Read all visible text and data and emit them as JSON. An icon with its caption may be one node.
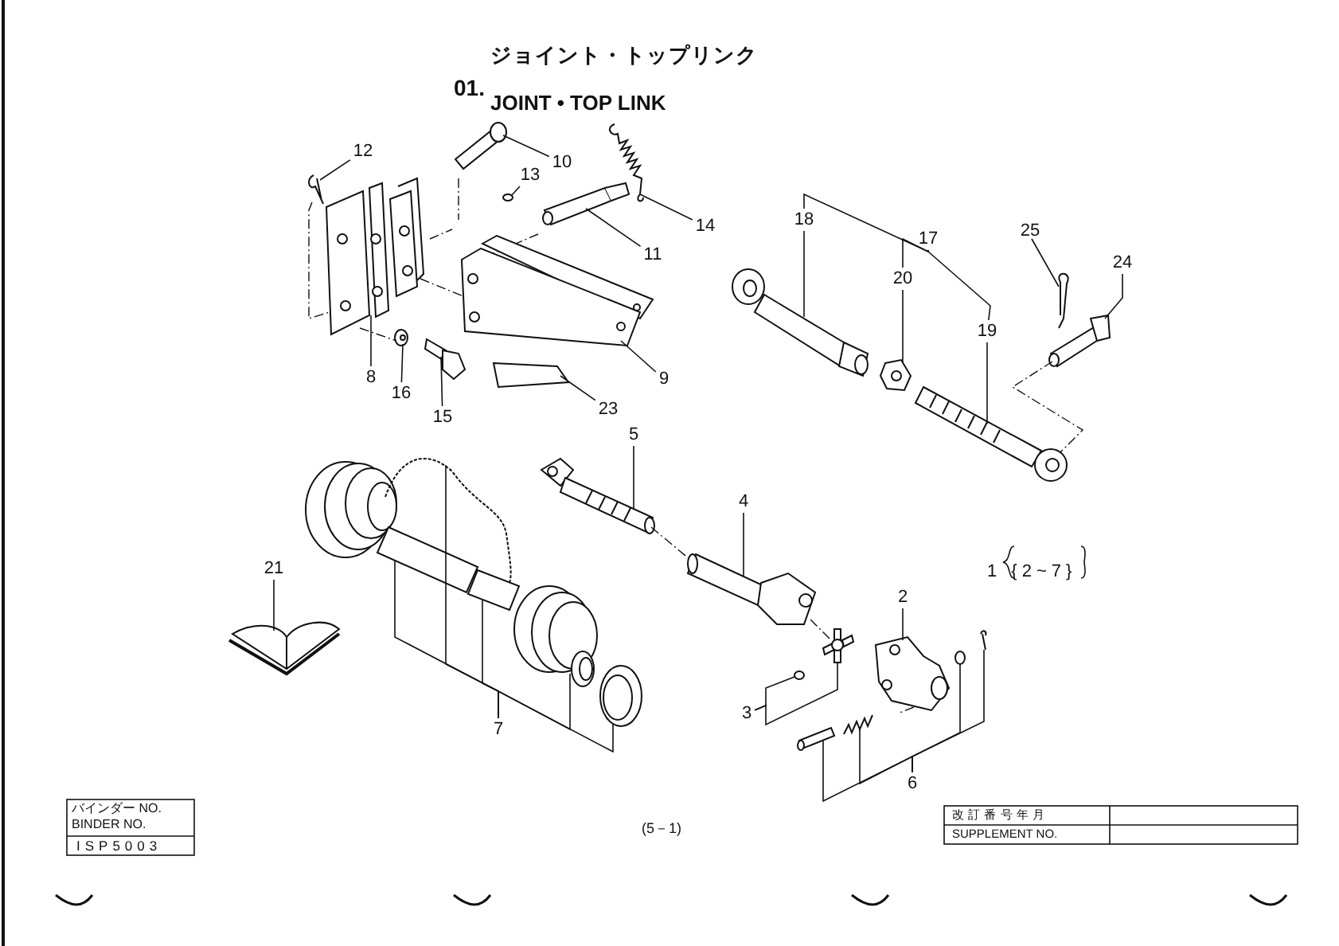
{
  "diagram": {
    "title": "ジョイント・トップリンク",
    "nodes": [
      {
        "text": [
          "12"
        ]
      },
      {
        "text": [
          "10"
        ]
      },
      {
        "text": [
          "13"
        ]
      },
      {
        "text": [
          "14"
        ]
      },
      {
        "text": [
          "11"
        ]
      },
      {
        "text": [
          "8"
        ]
      },
      {
        "text": [
          "16"
        ]
      },
      {
        "text": [
          "15"
        ]
      },
      {
        "text": [
          "9"
        ]
      },
      {
        "text": [
          "23"
        ]
      },
      {
        "text": [
          "17"
        ]
      },
      {
        "text": [
          "18"
        ]
      },
      {
        "text": [
          "20"
        ]
      },
      {
        "text": [
          "19"
        ]
      },
      {
        "text": [
          "25"
        ]
      },
      {
        "text": [
          "24"
        ]
      },
      {
        "text": [
          "5"
        ]
      },
      {
        "text": [
          "4"
        ]
      },
      {
        "text": [
          "21"
        ]
      },
      {
        "text": [
          "2"
        ]
      },
      {
        "text": [
          "3"
        ]
      },
      {
        "text": [
          "7"
        ]
      },
      {
        "text": [
          "6"
        ]
      },
      {
        "text": [],
        "shape": "picture"
      },
      {
        "text": [],
        "shape": "picture"
      },
      {
        "text": [],
        "shape": "circle"
      },
      {
        "text": [],
        "shape": "picture"
      },
      {
        "text": [],
        "shape": "picture"
      },
      {
        "text": [],
        "shape": "picture"
      },
      {
        "text": [],
        "shape": "picture"
      },
      {
        "text": [],
        "shape": "picture"
      },
      {
        "text": [],
        "shape": "picture"
      },
      {
        "text": [],
        "shape": "picture"
      },
      {
        "text": [],
        "shape": "picture"
      },
      {
        "text": [],
        "shape": "picture"
      },
      {
        "text": [],
        "shape": "picture"
      },
      {
        "text": [],
        "shape": "picture"
      },
      {
        "text": [],
        "shape": "picture"
      },
      {
        "text": [],
        "shape": "picture"
      },
      {
        "text": [],
        "shape": "picture"
      },
      {
        "text": [],
        "shape": "picture"
      },
      {
        "text": [],
        "shape": "picture"
      },
      {
        "text": [],
        "shape": "circle"
      },
      {
        "text": [],
        "shape": "picture"
      },
      {
        "text": [],
        "shape": "picture"
      },
      {
        "text": [],
        "shape": "picture"
      },
      {
        "text": [],
        "shape": "picture"
      },
      {
        "text": [],
        "shape": "picture"
      },
      {
        "text": [],
        "shape": "picture"
      },
      {
        "text": [],
        "shape": "picture"
      },
      {
        "text": [],
        "shape": "picture"
      },
      {
        "text": [],
        "shape": "circle"
      },
      {
        "text": [],
        "shape": "picture"
      }
    ],
    "edges": [
      {
        "from": 0,
        "to": 23,
        "arrow": "none"
      },
      {
        "from": 1,
        "to": 24,
        "arrow": "none"
      },
      {
        "from": 2,
        "to": 25,
        "arrow": "none"
      },
      {
        "from": 3,
        "to": 26,
        "arrow": "none"
      },
      {
        "from": 4,
        "to": 27,
        "arrow": "none"
      },
      {
        "from": 5,
        "to": 28,
        "arrow": "none"
      },
      {
        "from": 6,
        "to": 29,
        "arrow": "none"
      },
      {
        "from": 7,
        "to": 30,
        "arrow": "none"
      },
      {
        "from": 8,
        "to": 31,
        "arrow": "none"
      },
      {
        "from": 9,
        "to": 32,
        "arrow": "none"
      },
      {
        "from": 10,
        "to": 11,
        "arrow": "none"
      },
      {
        "from": 10,
        "to": 12,
        "arrow": "none"
      },
      {
        "from": 10,
        "to": 13,
        "arrow": "none"
      },
      {
        "from": 11,
        "to": 33,
        "arrow": "none"
      },
      {
        "from": 12,
        "to": 34,
        "arrow": "none"
      },
      {
        "from": 13,
        "to": 35,
        "arrow": "none"
      },
      {
        "from": 14,
        "to": 36,
        "arrow": "none"
      },
      {
        "from": 15,
        "to": 37,
        "arrow": "none"
      },
      {
        "from": 16,
        "to": 38,
        "arrow": "none"
      },
      {
        "from": 17,
        "to": 39,
        "arrow": "none"
      },
      {
        "from": 18,
        "to": 40,
        "arrow": "none"
      },
      {
        "from": 19,
        "to": 41,
        "arrow": "none"
      },
      {
        "from": 20,
        "to": 42,
        "arrow": "none"
      },
      {
        "from": 20,
        "to": 43,
        "arrow": "none"
      },
      {
        "from": 21,
        "to": 44,
        "arrow": "none"
      },
      {
        "from": 21,
        "to": 45,
        "arrow": "none"
      },
      {
        "from": 21,
        "to": 46,
        "arrow": "none"
      },
      {
        "from": 21,
        "to": 47,
        "arrow": "none"
      },
      {
        "from": 21,
        "to": 48,
        "arrow": "none"
      },
      {
        "from": 22,
        "to": 49,
        "arrow": "none"
      },
      {
        "from": 22,
        "to": 50,
        "arrow": "none"
      },
      {
        "from": 22,
        "to": 51,
        "arrow": "none"
      },
      {
        "from": 22,
        "to": 52,
        "arrow": "none"
      },
      {
        "from": 23,
        "to": 28,
        "arrow": "none",
        "style": "dashed"
      },
      {
        "from": 28,
        "to": 29,
        "arrow": "none",
        "style": "dashed"
      },
      {
        "from": 28,
        "to": 31,
        "arrow": "none",
        "style": "dashed"
      },
      {
        "from": 37,
        "to": 35,
        "arrow": "none",
        "style": "dashed"
      },
      {
        "from": 38,
        "to": 39,
        "arrow": "none",
        "style": "dashed"
      },
      {
        "from": 39,
        "to": 43,
        "arrow": "none",
        "style": "dashed"
      }
    ],
    "labels": [
      "01.",
      "JOINT • TOP LINK",
      "1 {2~7}",
      "バインダー NO.",
      "BINDER NO.",
      "ISP5003",
      "(5－1)",
      "改 訂 番 号 年 月",
      "SUPPLEMENT NO."
    ]
  }
}
